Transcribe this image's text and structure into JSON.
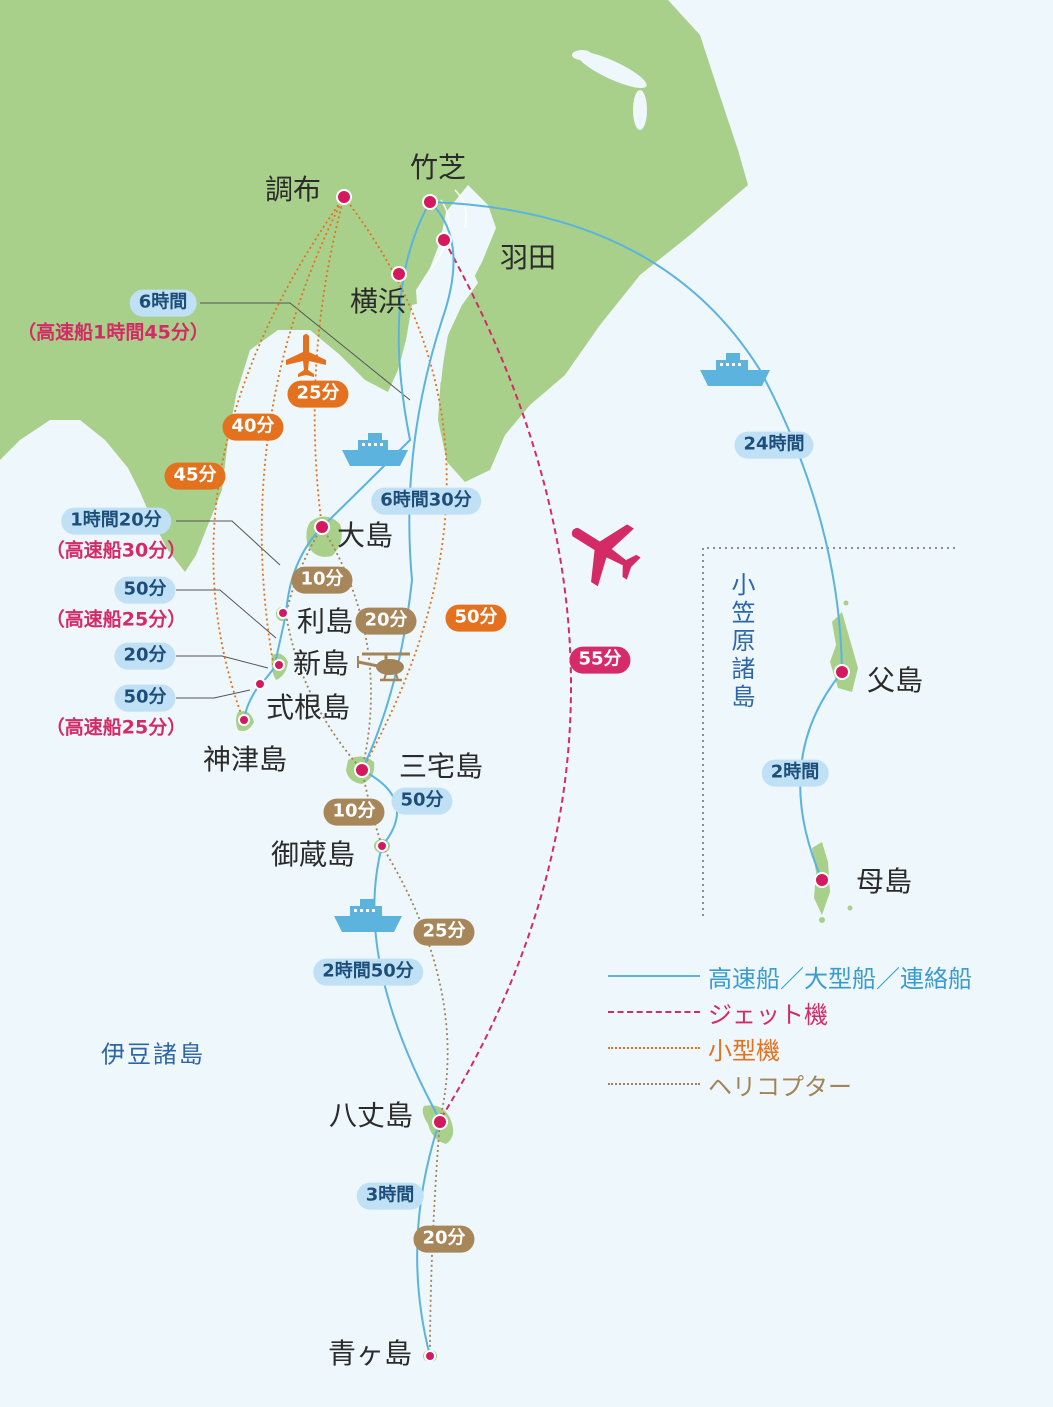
{
  "title": "",
  "places": {
    "chofu": "調布",
    "takeshiba": "竹芝",
    "haneda": "羽田",
    "yokohama": "横浜",
    "oshima": "大島",
    "toshima": "利島",
    "niijima": "新島",
    "shikinejima": "式根島",
    "kozushima": "神津島",
    "miyakejima": "三宅島",
    "mikurajima": "御蔵島",
    "hachijojima": "八丈島",
    "aogashima": "青ヶ島",
    "chichijima": "父島",
    "hahajima": "母島"
  },
  "regions": {
    "izu": "伊豆諸島",
    "ogasawara": "小笠原諸島"
  },
  "durations": {
    "ship_main": "6時間",
    "ship_main_fast": "（高速船1時間45分）",
    "ship_oshima_toshima": "1時間20分",
    "ship_oshima_toshima_fast": "（高速船30分）",
    "ship_toshima_niijima": "50分",
    "ship_toshima_niijima_fast": "（高速船25分）",
    "ship_niijima_shikine": "20分",
    "ship_shikine_kozu": "50分",
    "ship_shikine_kozu_fast": "（高速船25分）",
    "ship_miyake": "6時間30分",
    "ship_mikura": "50分",
    "ship_hachijo": "2時間50分",
    "ship_aoga": "3時間",
    "ship_chichi": "24時間",
    "ship_haha": "2時間",
    "plane_oshima": "25分",
    "plane_niijima": "40分",
    "plane_kozu": "45分",
    "plane_miyake": "50分",
    "heli_oshima_toshima": "10分",
    "heli_toshima_miyake": "20分",
    "heli_miyake_mikura": "10分",
    "heli_mikura_hachijo": "25分",
    "heli_hachijo_aoga": "20分",
    "jet_hachijo": "55分"
  },
  "legend": [
    {
      "label": "高速船／大型船／連絡船",
      "color": "#5bb3de",
      "style": "solid"
    },
    {
      "label": "ジェット機",
      "color": "#d42a66",
      "style": "dashed"
    },
    {
      "label": "小型機",
      "color": "#e4711e",
      "style": "dotted"
    },
    {
      "label": "ヘリコプター",
      "color": "#a38358",
      "style": "dotted"
    }
  ],
  "colors": {
    "land": "#a9d08b",
    "sea": "#eef7fb",
    "ship": "#5bb3de",
    "jet": "#d42a66",
    "plane": "#e4711e",
    "heli": "#a38358",
    "port": "#d4195f"
  },
  "icons": [
    "ship-icon",
    "plane-icon",
    "jet-icon",
    "helicopter-icon"
  ]
}
